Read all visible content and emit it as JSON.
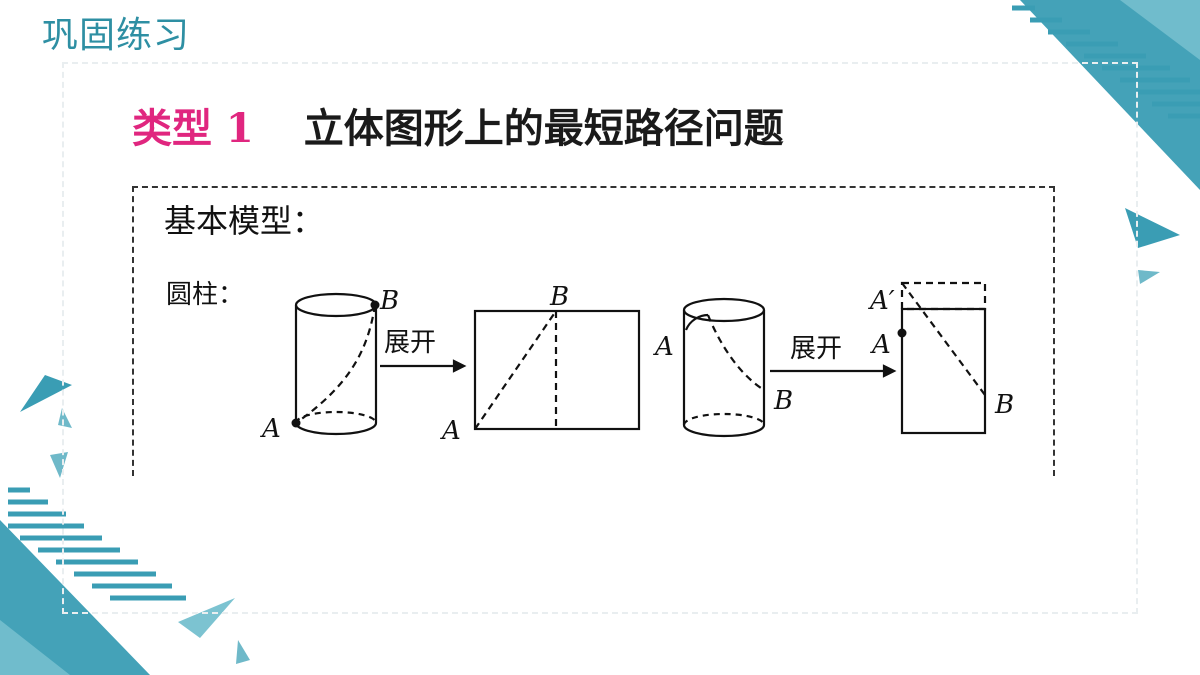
{
  "header": {
    "title": "巩固练习"
  },
  "section": {
    "type_label": "类型 1",
    "type_title": "立体图形上的最短路径问题"
  },
  "model": {
    "title": "基本模型：",
    "cylinder_label": "圆柱："
  },
  "figure": {
    "unfold_label_1": "展开",
    "unfold_label_2": "展开",
    "point_a": "A",
    "point_b": "B",
    "point_a_prime": "A′"
  },
  "colors": {
    "accent": "#2e8fa3",
    "pink": "#e0267f",
    "deco_teal": "#3a9db4"
  }
}
